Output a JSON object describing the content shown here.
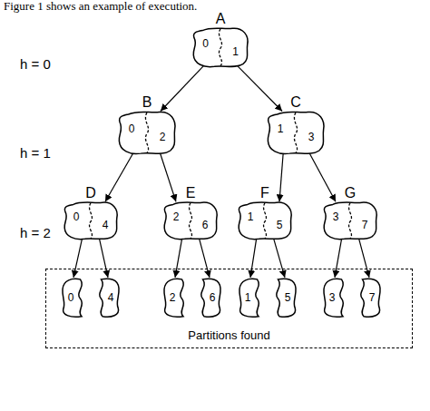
{
  "diagram": {
    "nodes": [
      {
        "text": [
          "A",
          "0",
          "1"
        ]
      },
      {
        "text": [
          "B",
          "0",
          "2"
        ]
      },
      {
        "text": [
          "C",
          "1",
          "3"
        ]
      },
      {
        "text": [
          "D",
          "0",
          "4"
        ]
      },
      {
        "text": [
          "E",
          "2",
          "6"
        ]
      },
      {
        "text": [
          "F",
          "1",
          "5"
        ]
      },
      {
        "text": [
          "G",
          "3",
          "7"
        ]
      },
      {
        "text": [
          "Partitions found"
        ]
      },
      {
        "text": [
          "0"
        ],
        "in": 7
      },
      {
        "text": [
          "4"
        ],
        "in": 7
      },
      {
        "text": [
          "2"
        ],
        "in": 7
      },
      {
        "text": [
          "6"
        ],
        "in": 7
      },
      {
        "text": [
          "1"
        ],
        "in": 7
      },
      {
        "text": [
          "5"
        ],
        "in": 7
      },
      {
        "text": [
          "3"
        ],
        "in": 7
      },
      {
        "text": [
          "7"
        ],
        "in": 7
      }
    ],
    "edges": [
      {
        "from": 0,
        "to": 1,
        "arrow": "to"
      },
      {
        "from": 0,
        "to": 2,
        "arrow": "to"
      },
      {
        "from": 1,
        "to": 3,
        "arrow": "to"
      },
      {
        "from": 1,
        "to": 4,
        "arrow": "to"
      },
      {
        "from": 2,
        "to": 5,
        "arrow": "to"
      },
      {
        "from": 2,
        "to": 6,
        "arrow": "to"
      },
      {
        "from": 3,
        "to": 8,
        "arrow": "to"
      },
      {
        "from": 3,
        "to": 9,
        "arrow": "to"
      },
      {
        "from": 4,
        "to": 10,
        "arrow": "to"
      },
      {
        "from": 4,
        "to": 11,
        "arrow": "to"
      },
      {
        "from": 5,
        "to": 12,
        "arrow": "to"
      },
      {
        "from": 5,
        "to": 13,
        "arrow": "to"
      },
      {
        "from": 6,
        "to": 14,
        "arrow": "to"
      },
      {
        "from": 6,
        "to": 15,
        "arrow": "to"
      }
    ],
    "labels": [
      "Figure 1 shows an example of execution.",
      "h = 0",
      "h = 1",
      "h = 2"
    ]
  }
}
